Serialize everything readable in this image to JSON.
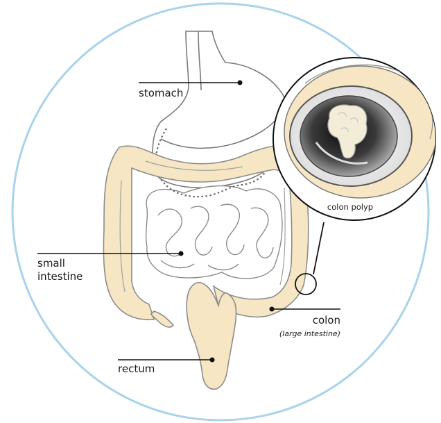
{
  "diagram": {
    "labels": {
      "stomach": "stomach",
      "small_intestine_line1": "small",
      "small_intestine_line2": "intestine",
      "colon": "colon",
      "colon_note": "(large intestine)",
      "rectum": "rectum",
      "inset": "colon polyp"
    },
    "colors": {
      "frame_circle": "#a9d3ea",
      "colon_fill": "#f6e6c4",
      "colon_stroke": "#8c8c8c",
      "outline": "#7a7a7a",
      "leader": "#111111"
    }
  }
}
